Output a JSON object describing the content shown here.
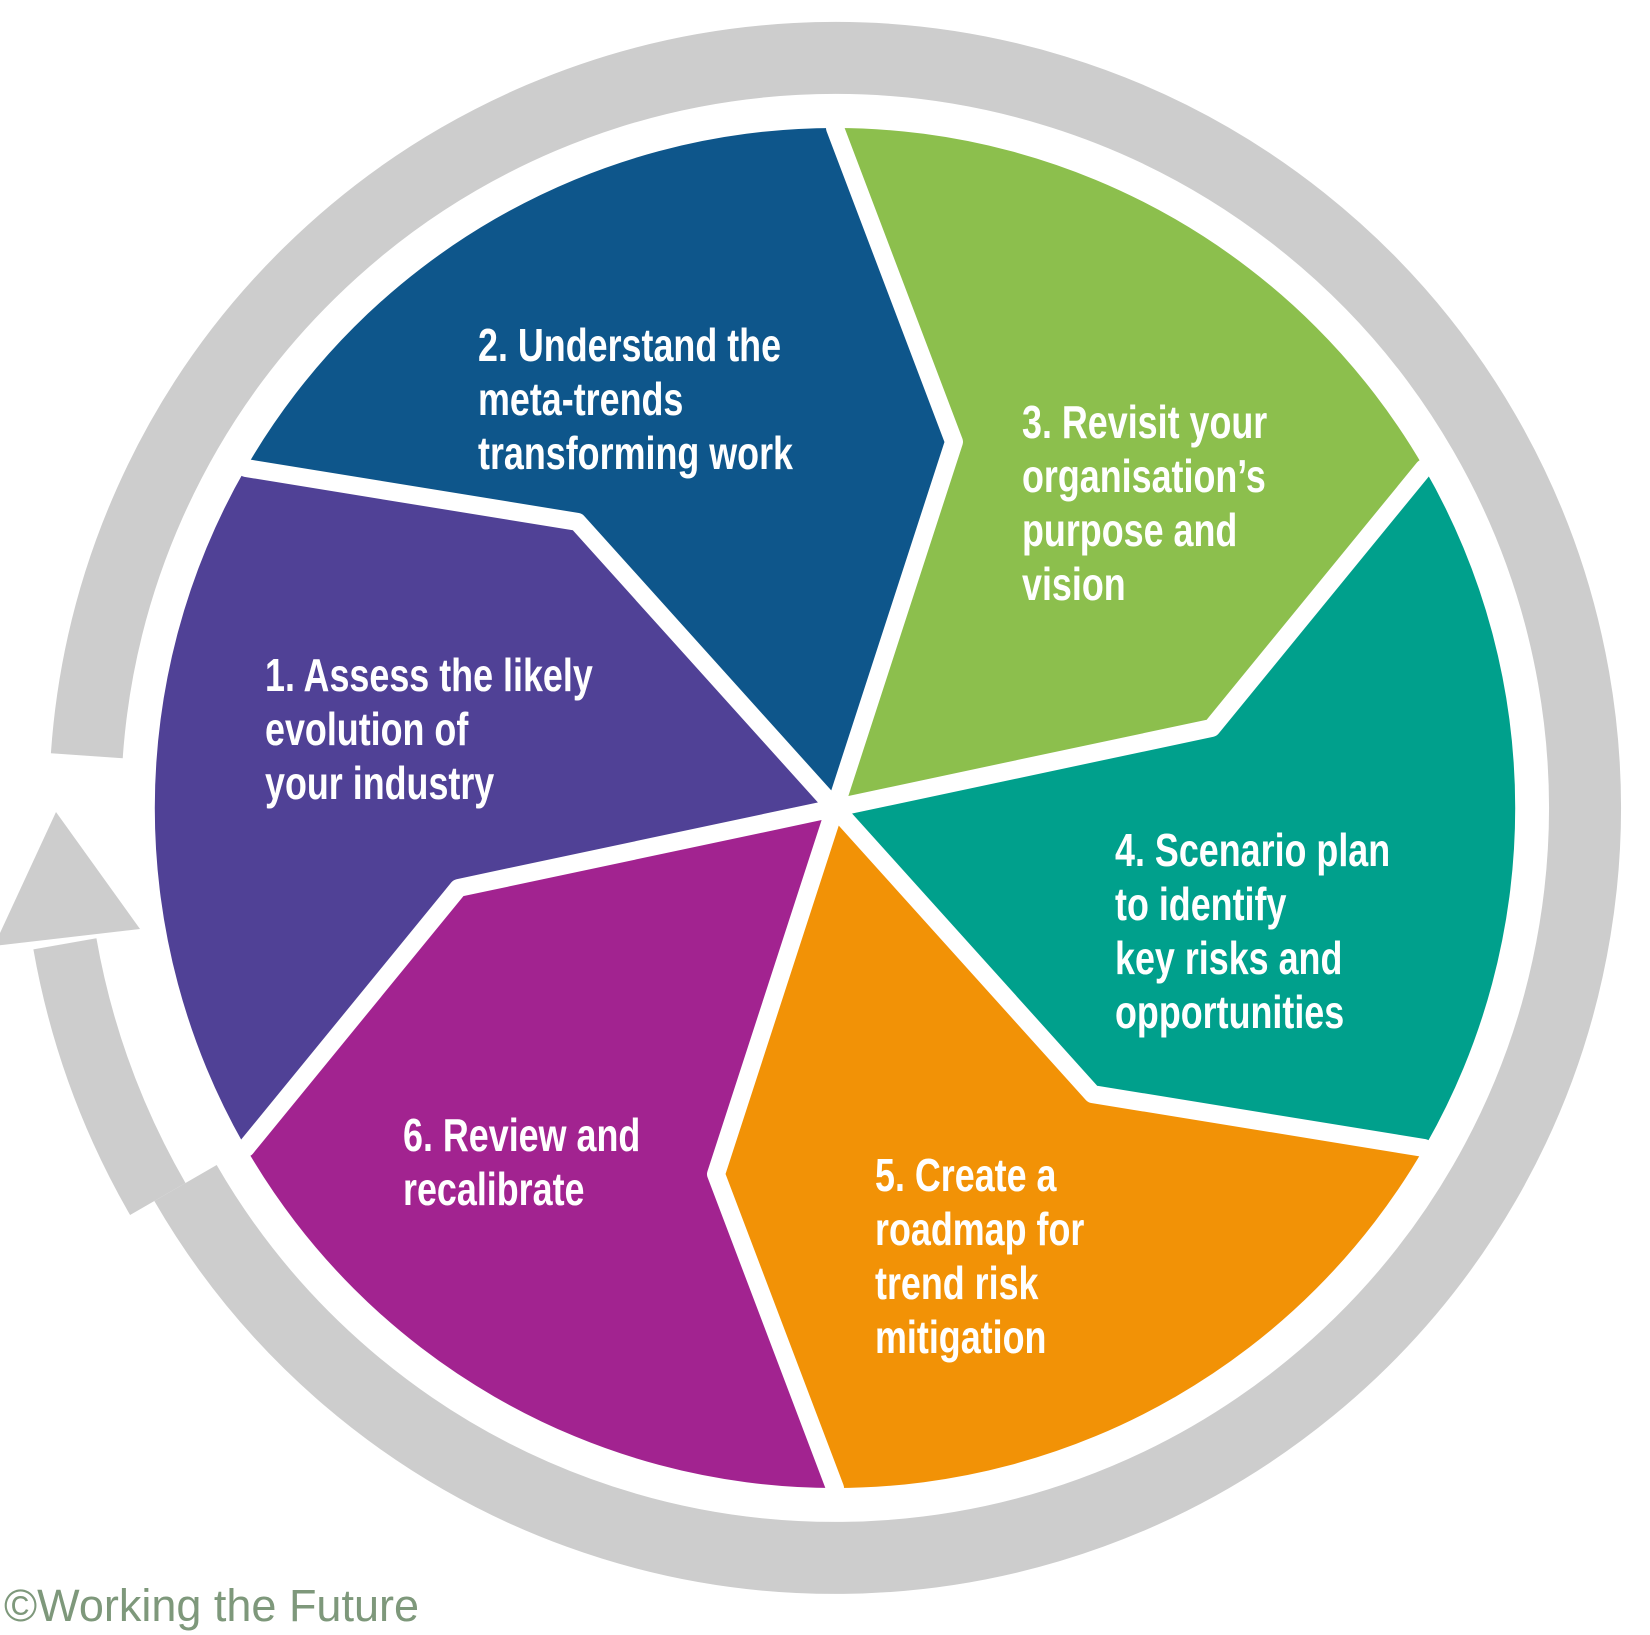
{
  "ring": {
    "color": "#CDCDCD"
  },
  "segments": [
    {
      "id": "1",
      "color": "#504196",
      "lines": [
        "1. Assess the likely",
        "evolution of",
        "your industry"
      ]
    },
    {
      "id": "2",
      "color": "#0E568B",
      "lines": [
        "2. Understand the",
        "meta-trends",
        "transforming work"
      ]
    },
    {
      "id": "3",
      "color": "#8CBF4D",
      "lines": [
        "3. Revisit your",
        "organisation’s",
        "purpose and",
        "vision"
      ]
    },
    {
      "id": "4",
      "color": "#00A08C",
      "lines": [
        "4. Scenario plan",
        "to identify",
        "key risks and",
        "opportunities"
      ]
    },
    {
      "id": "5",
      "color": "#F29206",
      "lines": [
        "5. Create a",
        "roadmap for",
        "trend risk",
        "mitigation"
      ]
    },
    {
      "id": "6",
      "color": "#A22390",
      "lines": [
        "6. Review and",
        "recalibrate"
      ]
    }
  ],
  "footer": {
    "copyright": "©Working the Future",
    "color": "#7E987B"
  }
}
